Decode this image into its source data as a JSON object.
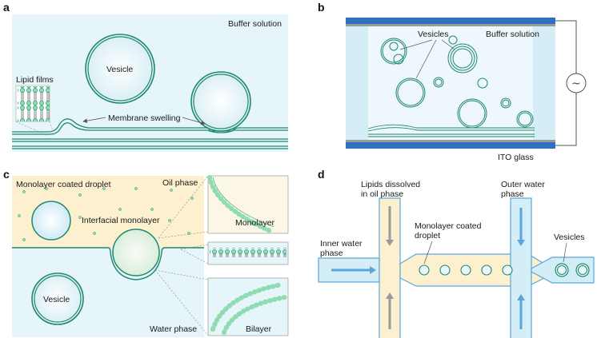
{
  "panels": {
    "a": {
      "letter": "a",
      "buffer": "Buffer solution",
      "vesicle": "Vesicle",
      "lipid_films": "Lipid films",
      "swelling": "Membrane swelling"
    },
    "b": {
      "letter": "b",
      "vesicles": "Vesicles",
      "buffer": "Buffer solution",
      "ito": "ITO glass",
      "ac_symbol": "~"
    },
    "c": {
      "letter": "c",
      "droplet": "Monolayer coated droplet",
      "oil": "Oil phase",
      "interfacial": "Interfacial monolayer",
      "monolayer": "Monolayer",
      "vesicle": "Vesicle",
      "water": "Water phase",
      "bilayer": "Bilayer"
    },
    "d": {
      "letter": "d",
      "lipids_line1": "Lipids dissolved",
      "lipids_line2": "in oil phase",
      "outer_line1": "Outer water",
      "outer_line2": "phase",
      "inner_line1": "Inner water",
      "inner_line2": "phase",
      "droplet_line1": "Monolayer coated",
      "droplet_line2": "droplet",
      "vesicles": "Vesicles"
    }
  },
  "colors": {
    "membrane": "#1c8a6e",
    "lipid_head": "#7ed3a8",
    "water_bg": "#e6f5fa",
    "oil_bg": "#fcf0cf",
    "glass": "#2f6fc0",
    "channel": "#d4eef7",
    "arrow": "#5aa6dc"
  }
}
